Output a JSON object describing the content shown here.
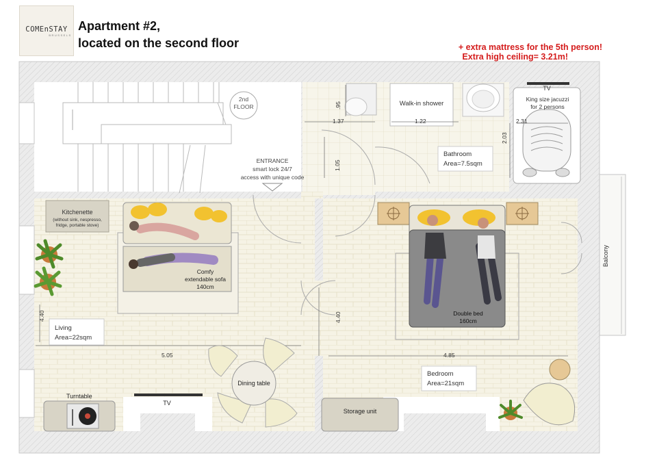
{
  "header": {
    "brand_logo": "COMEnSTAY",
    "brand_sub": "BRUSSELS",
    "title_line1": "Apartment #2,",
    "title_line2": "located on the second floor"
  },
  "notes": {
    "mattress": "+ extra mattress for the 5th person!",
    "ceiling": "Extra high ceiling= 3.21m!"
  },
  "plan": {
    "floor_label": [
      "2nd",
      "FLOOR"
    ],
    "entrance": [
      "ENTRANCE",
      "smart lock 24/7",
      "access with unique code"
    ],
    "kitchenette": [
      "Kitchenette",
      "(without sink, nespresso,",
      "fridge, portable stove)"
    ],
    "sofa": [
      "Comfy",
      "extendable sofa",
      "140cm"
    ],
    "living": [
      "Living",
      "Area=22sqm"
    ],
    "dining": "Dining table",
    "turntable": "Turntable",
    "tv": "TV",
    "storage": "Storage unit",
    "bathroom": [
      "Bathroom",
      "Area=7.5sqm"
    ],
    "shower": "Walk-in shower",
    "jacuzzi": [
      "King size jacuzzi",
      "for 2 persons"
    ],
    "bedroom": [
      "Bedroom",
      "Area=21sqm"
    ],
    "double_bed": [
      "Double bed",
      "160cm"
    ],
    "balcony": "Balcony",
    "dims": {
      "d095": ".95",
      "d137": "1.37",
      "d122": "1.22",
      "d231": "2.31",
      "d203": "2.03",
      "d105": "1.05",
      "d440_left": "4.40",
      "d440_mid": "4.40",
      "d505": "5.05",
      "d485": "4.85"
    }
  },
  "colors": {
    "wall": "#e9e9e9",
    "floor": "#f6f3e5",
    "tile_line": "#e3ddc4",
    "furniture": "#e8e4d6",
    "accent_red": "#d41c1c",
    "bed_cover": "#8a8a8a",
    "pillow": "#f2c230"
  }
}
